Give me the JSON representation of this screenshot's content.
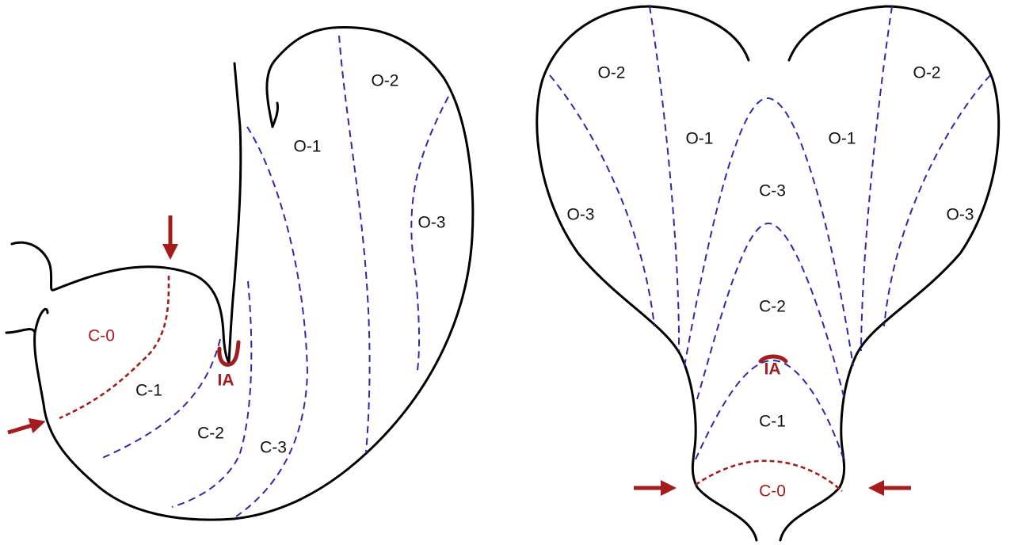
{
  "colors": {
    "outline": "#000000",
    "zone_line": "#2a2ab0",
    "highlight": "#a51c1c",
    "label": "#111111"
  },
  "left_view": {
    "labels": {
      "o2": "O-2",
      "o1": "O-1",
      "o3": "O-3",
      "c0": "C-0",
      "c1": "C-1",
      "c2": "C-2",
      "c3": "C-3",
      "ia": "IA"
    }
  },
  "right_view": {
    "labels": {
      "o2_left": "O-2",
      "o2_right": "O-2",
      "o1_left": "O-1",
      "o1_right": "O-1",
      "o3_left": "O-3",
      "o3_right": "O-3",
      "c3": "C-3",
      "c2": "C-2",
      "ia": "IA",
      "c1": "C-1",
      "c0": "C-0"
    }
  }
}
